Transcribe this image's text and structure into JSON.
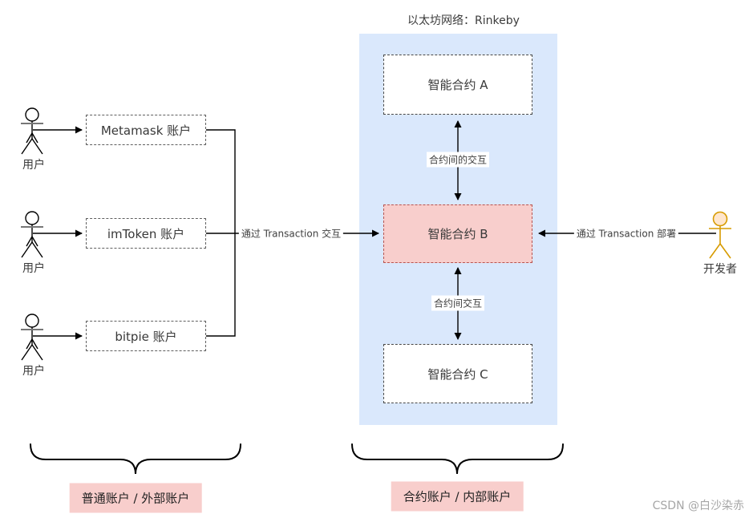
{
  "diagram": {
    "title": "以太坊网络：Rinkeby",
    "actors": [
      {
        "label": "用户"
      },
      {
        "label": "用户"
      },
      {
        "label": "用户"
      }
    ],
    "developer": {
      "label": "开发者"
    },
    "accounts": [
      {
        "label": "Metamask 账户"
      },
      {
        "label": "imToken 账户"
      },
      {
        "label": "bitpie 账户"
      }
    ],
    "contracts": [
      {
        "label": "智能合约 A"
      },
      {
        "label": "智能合约 B"
      },
      {
        "label": "智能合约 C"
      }
    ],
    "edge_labels": {
      "user_interact": "通过 Transaction 交互",
      "dev_deploy": "通过 Transaction 部署",
      "a_b": "合约间的交互",
      "b_c": "合约间交互"
    },
    "group_labels": [
      {
        "label": "普通账户 / 外部账户"
      },
      {
        "label": "合约账户 / 内部账户"
      }
    ],
    "watermark": "CSDN @白沙染赤",
    "colors": {
      "network_bg": "#dae8fc",
      "highlight_fill": "#f8cecc",
      "highlight_border": "#b85450",
      "developer_stroke": "#d79b00",
      "developer_fill": "#ffe6cc"
    }
  }
}
